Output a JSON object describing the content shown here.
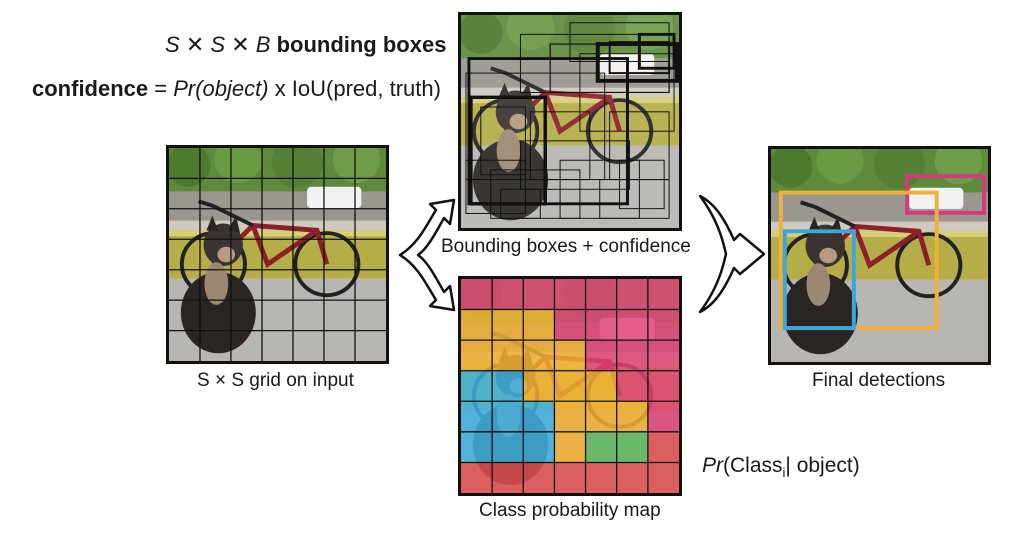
{
  "header": {
    "boxes_var1": "S",
    "boxes_times1": "✕",
    "boxes_var2": "S",
    "boxes_times2": "✕",
    "boxes_var3": "B",
    "boxes_bold": "bounding boxes",
    "conf_bold": "confidence",
    "conf_eq": " = ",
    "conf_pr": "Pr(object)",
    "conf_rest": " x IoU(pred, truth)"
  },
  "captions": {
    "grid_input": "S × S grid on input",
    "bounding": "Bounding boxes + confidence",
    "class_map": "Class probability map",
    "final": "Final detections"
  },
  "class_formula": {
    "pr": "Pr",
    "open": "(Class",
    "sub": "i",
    "bar": "| object)"
  },
  "colors": {
    "class_magenta": "#e0447a",
    "class_yellow": "#f2b233",
    "class_blue": "#3fb2e0",
    "class_green": "#5cb85c",
    "class_red": "#e05050",
    "det_magenta": "#d63a7e",
    "det_yellow": "#f0b03a",
    "det_blue": "#3aa8dc"
  },
  "class_grid": [
    [
      "m",
      "m",
      "m",
      "m",
      "m",
      "m",
      "m"
    ],
    [
      "y",
      "y",
      "y",
      "m",
      "m",
      "m",
      "m"
    ],
    [
      "y",
      "y",
      "y",
      "y",
      "m",
      "m",
      "m"
    ],
    [
      "b",
      "b",
      "y",
      "y",
      "y",
      "m",
      "m"
    ],
    [
      "b",
      "b",
      "b",
      "y",
      "y",
      "y",
      "m"
    ],
    [
      "b",
      "b",
      "b",
      "y",
      "g",
      "g",
      "r"
    ],
    [
      "r",
      "r",
      "r",
      "r",
      "r",
      "r",
      "r"
    ]
  ]
}
